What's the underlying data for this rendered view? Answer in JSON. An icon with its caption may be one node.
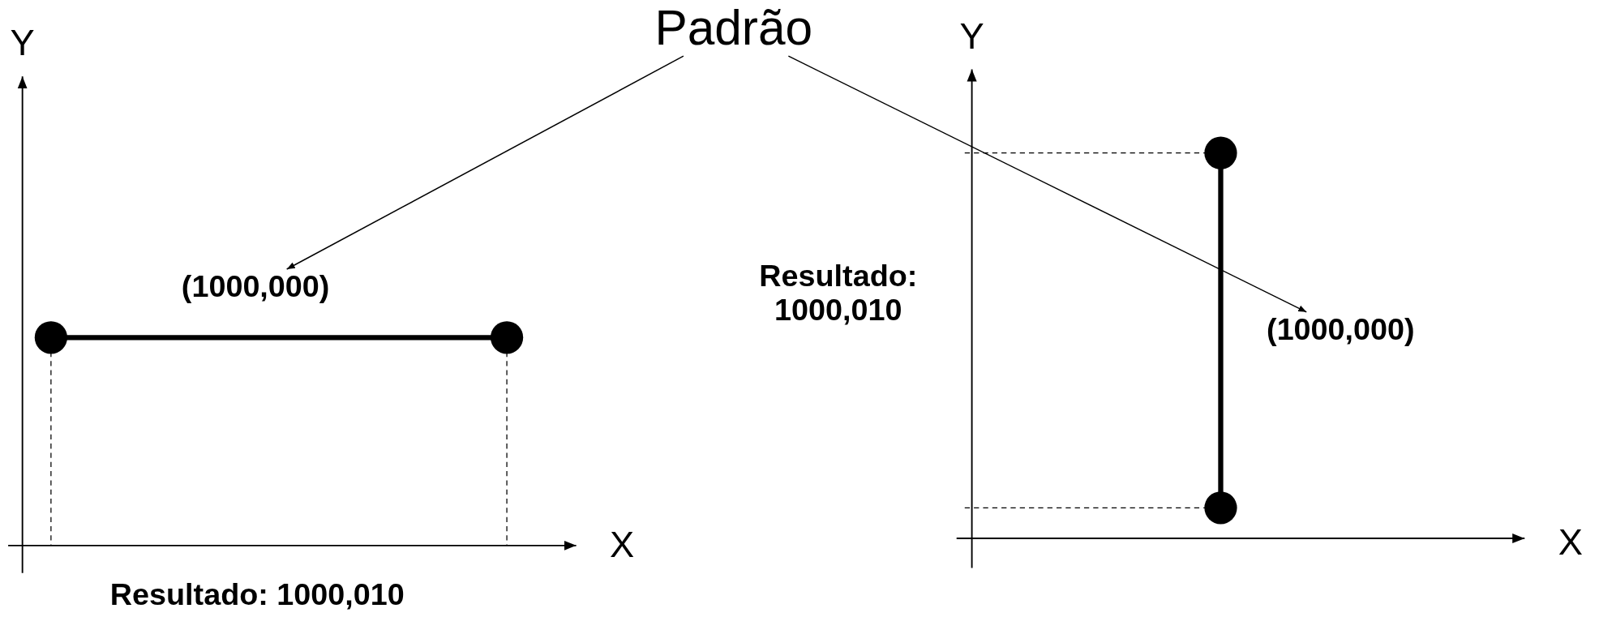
{
  "diagram": {
    "nodes": [
      {
        "text": [
          "Padrão"
        ]
      },
      {
        "text": [
          "(1000,000)"
        ]
      },
      {
        "text": [
          "(1000,000)"
        ]
      }
    ],
    "edges": [
      {
        "from": 0,
        "to": 1,
        "arrow": "to"
      },
      {
        "from": 0,
        "to": 2,
        "arrow": "to"
      }
    ],
    "labels": [
      "Y",
      "X",
      "Resultado: 1000,010",
      "Y",
      "Resultado: 1000,010",
      "X"
    ]
  }
}
